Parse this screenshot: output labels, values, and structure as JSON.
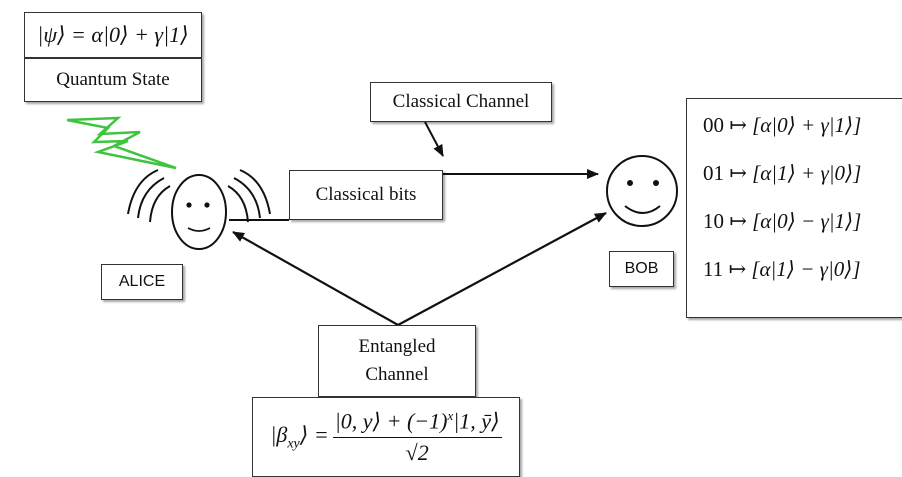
{
  "alice": {
    "label": "ALICE",
    "state_formula": "|ψ⟩ = α|0⟩ + γ|1⟩",
    "state_caption": "Quantum State"
  },
  "bob": {
    "label": "BOB",
    "mappings": [
      {
        "bits": "00",
        "formula": "[α|0⟩ + γ|1⟩]"
      },
      {
        "bits": "01",
        "formula": "[α|1⟩ + γ|0⟩]"
      },
      {
        "bits": "10",
        "formula": "[α|0⟩ − γ|1⟩]"
      },
      {
        "bits": "11",
        "formula": "[α|1⟩ − γ|0⟩]"
      }
    ]
  },
  "channels": {
    "classical_channel": "Classical Channel",
    "classical_bits": "Classical bits",
    "entangled_line1": "Entangled",
    "entangled_line2": "Channel"
  },
  "bell_state": {
    "lhs": "|β",
    "lhs_sub": "xy",
    "lhs_close": "⟩ =",
    "numerator": "|0, y⟩ + (−1)",
    "numerator_sup": "x",
    "numerator_tail": "|1, ȳ⟩",
    "denominator": "√2"
  },
  "colors": {
    "lightning": "#3fc43f",
    "line": "#111111"
  }
}
